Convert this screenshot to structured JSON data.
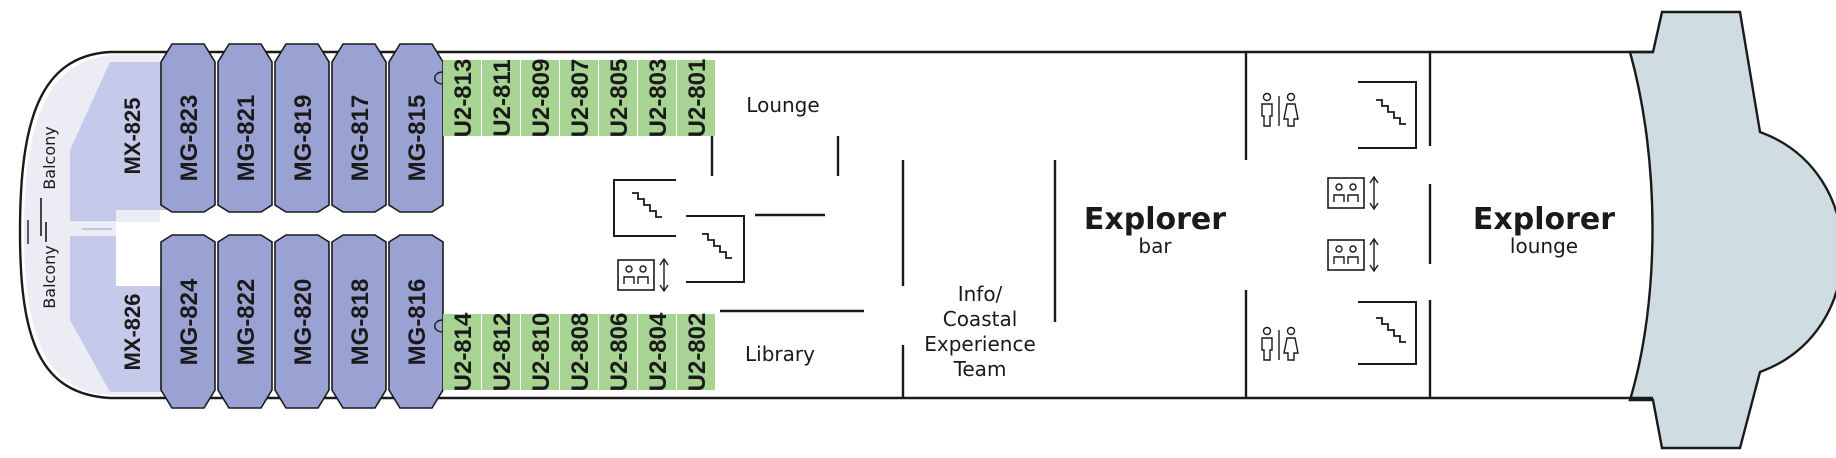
{
  "colors": {
    "suite": "#9aa2d4",
    "suite_light": "#c5c9ea",
    "deluxe": "#a7d393",
    "bow": "#cfdce1",
    "outline": "#1a1a1a"
  },
  "balcony_left": "Balcony",
  "balcony_right": "Balcony",
  "suites_mx": [
    "MX-825",
    "MX-826"
  ],
  "suites_top": [
    "MG-823",
    "MG-821",
    "MG-819",
    "MG-817",
    "MG-815"
  ],
  "suites_bottom": [
    "MG-824",
    "MG-822",
    "MG-820",
    "MG-818",
    "MG-816"
  ],
  "cabins_top": [
    "U2-813",
    "U2-811",
    "U2-809",
    "U2-807",
    "U2-805",
    "U2-803",
    "U2-801"
  ],
  "cabins_bottom": [
    "U2-814",
    "U2-812",
    "U2-810",
    "U2-808",
    "U2-806",
    "U2-804",
    "U2-802"
  ],
  "rooms": {
    "lounge": "Lounge",
    "library": "Library",
    "info_lines": [
      "Info/",
      "Coastal",
      "Experience",
      "Team"
    ],
    "explorer_bar_title": "Explorer",
    "explorer_bar_sub": "bar",
    "explorer_lounge_title": "Explorer",
    "explorer_lounge_sub": "lounge"
  },
  "icons": {
    "stairs": "stairs-icon",
    "elevator": "elevator-icon",
    "restroom": "restroom-icon"
  }
}
